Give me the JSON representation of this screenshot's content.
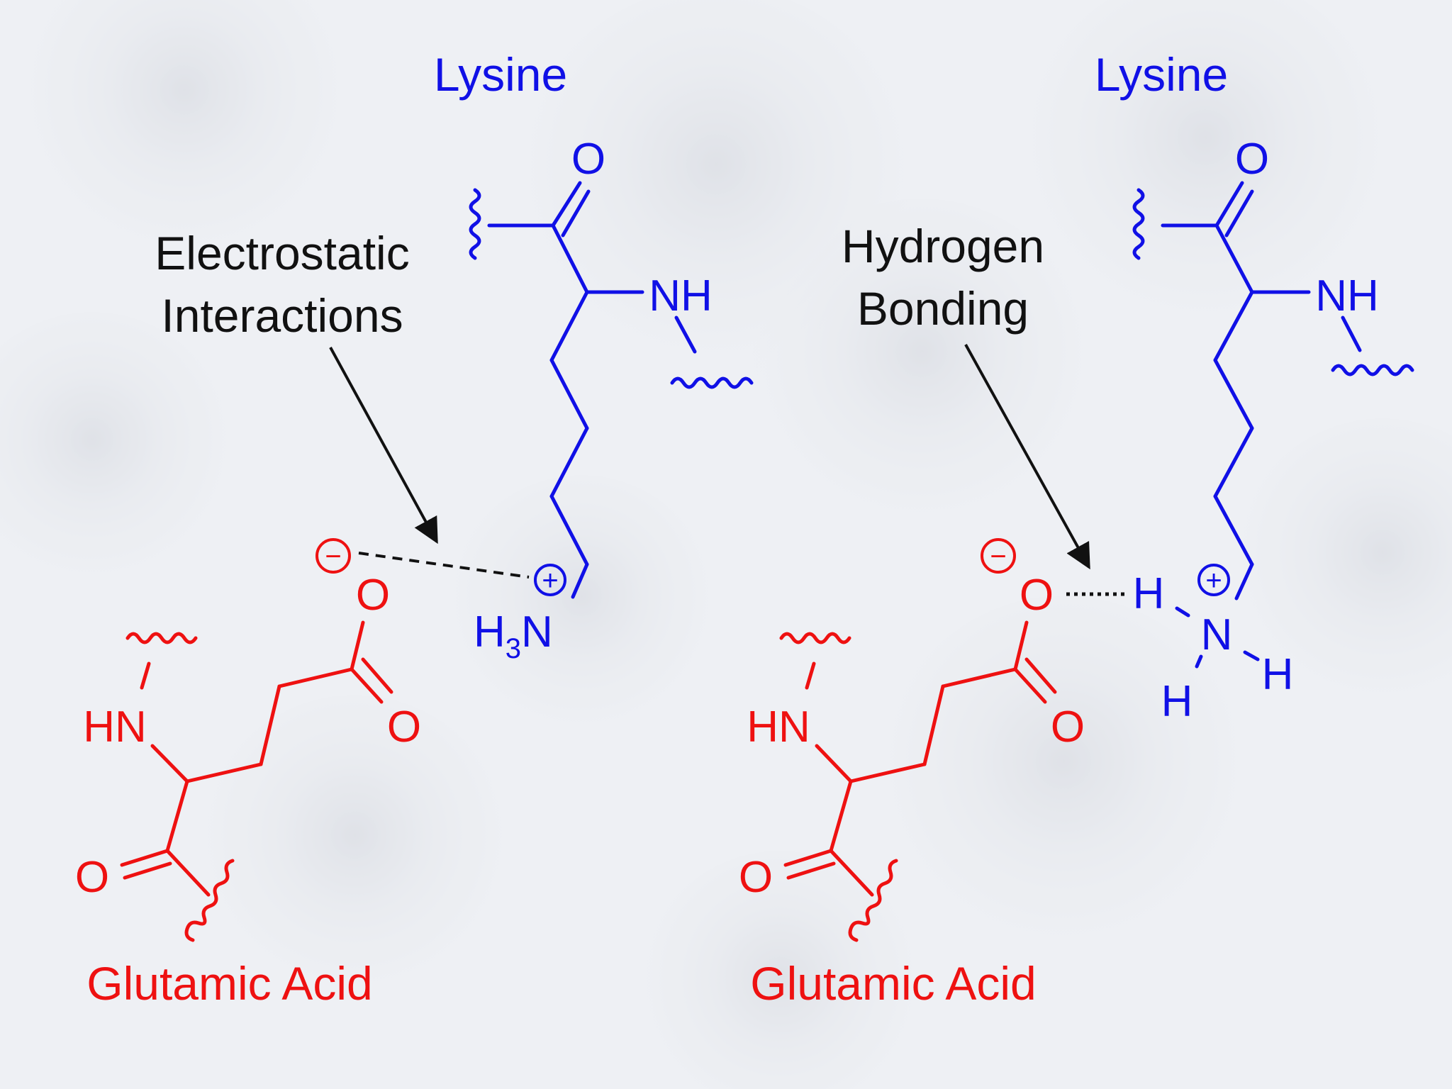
{
  "colors": {
    "lysine": "#1010e6",
    "glutamic_acid": "#ee1111",
    "annotation": "#111111",
    "background": "#eef0f4"
  },
  "panels": [
    {
      "interaction_label_line1": "Electrostatic",
      "interaction_label_line2": "Interactions",
      "lysine_title": "Lysine",
      "glutamic_title": "Glutamic Acid",
      "atoms": {
        "carbonyl_o": "O",
        "nh": "NH",
        "amine_h": "H",
        "amine_sub": "3",
        "amine_n": "N",
        "carboxylate_o_top": "O",
        "carboxylate_o_bottom": "O",
        "hn": "HN",
        "glu_carbonyl_o": "O",
        "charge_plus": "+",
        "charge_minus": "−"
      }
    },
    {
      "interaction_label_line1": "Hydrogen",
      "interaction_label_line2": "Bonding",
      "lysine_title": "Lysine",
      "glutamic_title": "Glutamic Acid",
      "atoms": {
        "carbonyl_o": "O",
        "nh": "NH",
        "h_bond_h": "H",
        "amine_n": "N",
        "h_right": "H",
        "h_lower": "H",
        "carboxylate_o_top": "O",
        "carboxylate_o_bottom": "O",
        "hn": "HN",
        "glu_carbonyl_o": "O",
        "charge_plus": "+",
        "charge_minus": "−"
      }
    }
  ]
}
